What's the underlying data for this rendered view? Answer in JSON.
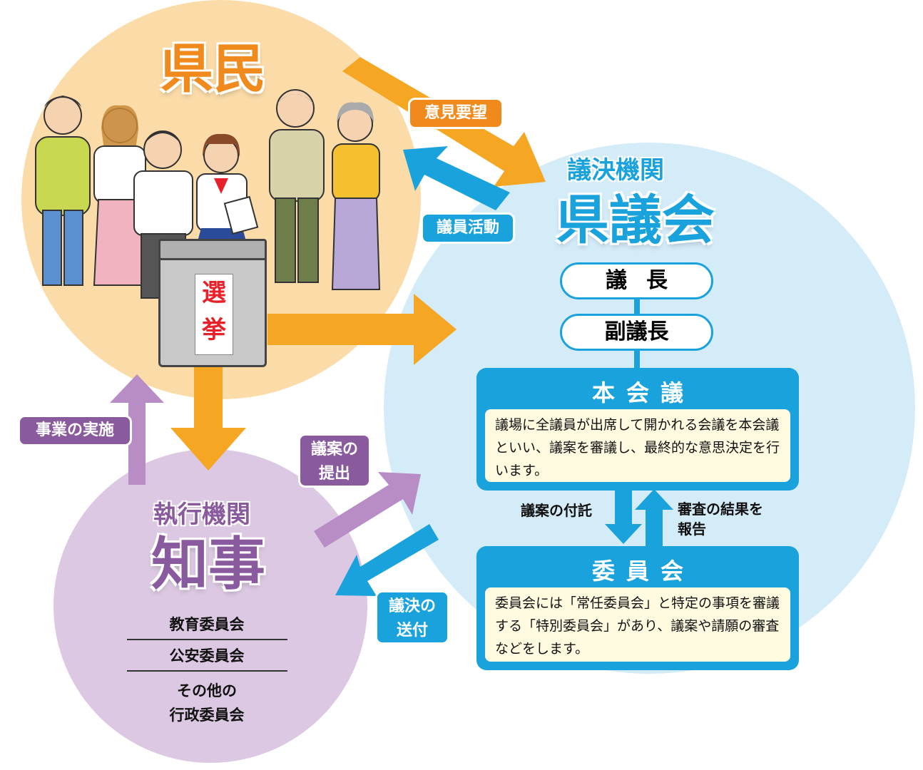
{
  "titles": {
    "kenmin": "県民",
    "gikai_sub": "議決機関",
    "gikai": "県議会",
    "chiji_sub": "執行機関",
    "chiji": "知事"
  },
  "ballot_box": {
    "label_1": "選",
    "label_2": "挙"
  },
  "gikai": {
    "gicho": "議長",
    "fuku_gicho": "副議長",
    "honkaigi": {
      "title": "本会議",
      "text": "議場に全議員が出席して開かれる会議を本会議といい、議案を審議し、最終的な意思決定を行います。"
    },
    "iinkai": {
      "title": "委員会",
      "text": "委員会には「常任委員会」と特定の事項を審議する「特別委員会」があり、議案や請願の審査などをします。"
    },
    "futaku": "議案の付託",
    "kekka_line1": "審査の結果を",
    "kekka_line2": "報告"
  },
  "flows": {
    "iken_yobo": "意見要望",
    "giin_katsudo": "議員活動",
    "jigyo_jisshi": "事業の実施",
    "gian_teishutsu_1": "議案の",
    "gian_teishutsu_2": "提出",
    "giketsu_sofu_1": "議決の",
    "giketsu_sofu_2": "送付"
  },
  "chiji_list": {
    "item1": "教育委員会",
    "item2": "公安委員会",
    "item3_line1": "その他の",
    "item3_line2": "行政委員会"
  },
  "colors": {
    "orange": "#f08a1c",
    "blue": "#1aa2dc",
    "purple": "#8a5a9e",
    "kenmin_bg": "#fbdca8",
    "gikai_bg": "#d4ebf8",
    "chiji_bg": "#dcc8e2",
    "ballot_red": "#e8202a"
  }
}
